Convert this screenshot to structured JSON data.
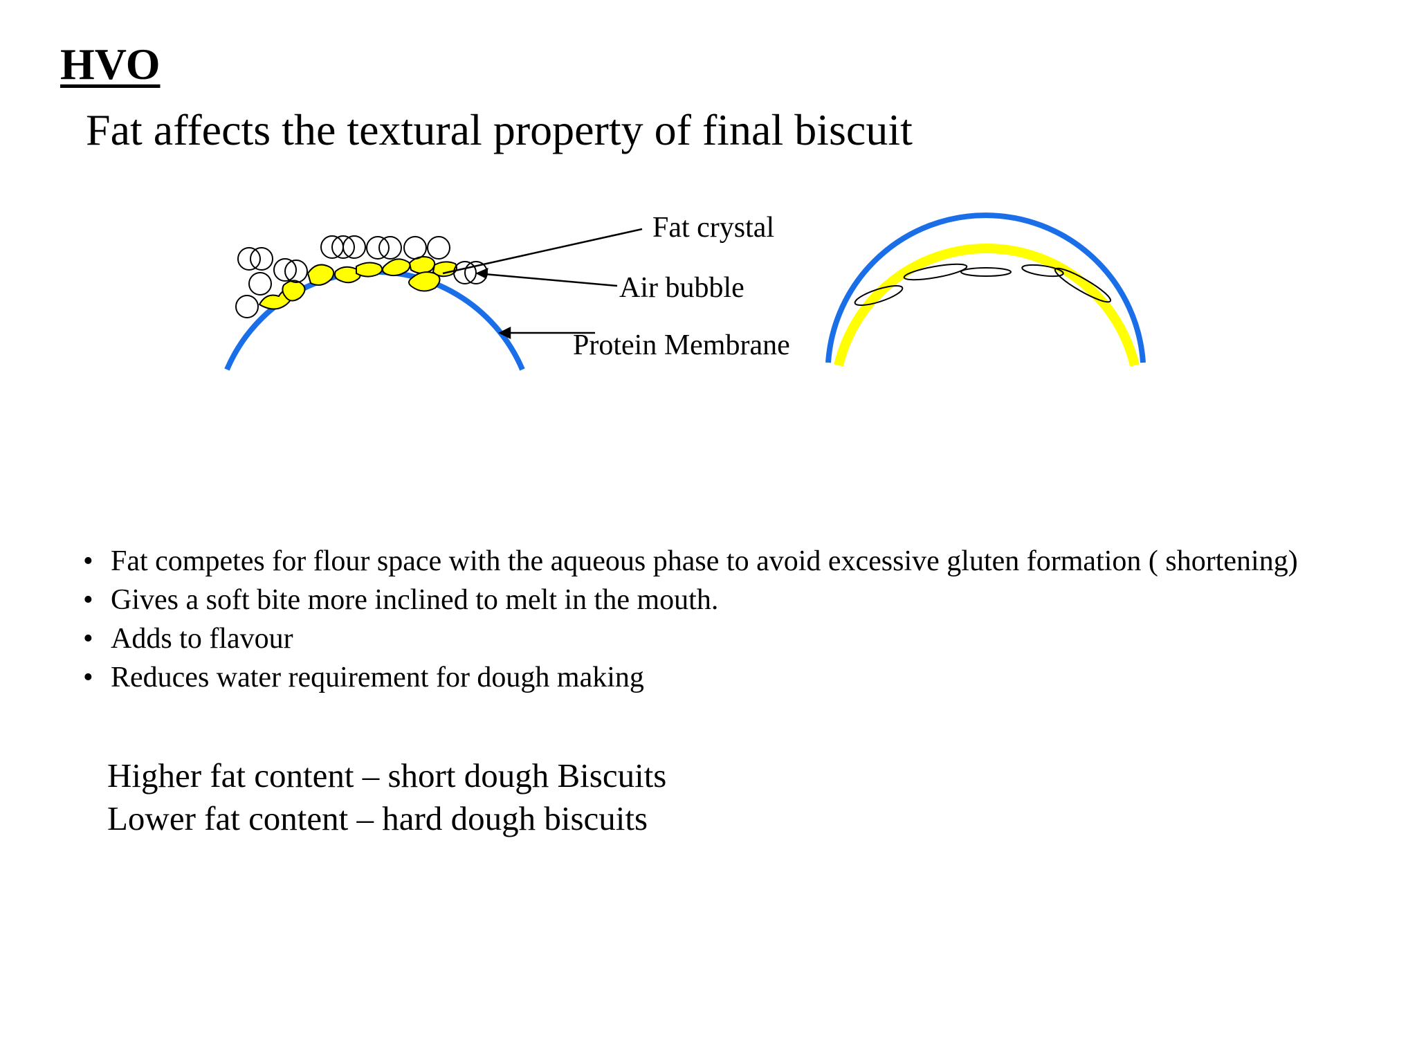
{
  "heading": "HVO",
  "subtitle": "Fat affects the textural property of final biscuit",
  "diagram": {
    "labels": {
      "fat_crystal": "Fat crystal",
      "air_bubble": "Air bubble",
      "protein_membrane": "Protein Membrane"
    },
    "colors": {
      "membrane": "#1a6fe8",
      "fat": "#ffff00",
      "outline": "#000000"
    }
  },
  "bullets": [
    "Fat competes for flour space with the aqueous phase to avoid excessive gluten formation ( shortening)",
    "Gives a soft bite more inclined to melt in the mouth.",
    "Adds to flavour",
    "Reduces water requirement for dough making"
  ],
  "bullet_symbol": "•",
  "summary": [
    "Higher fat content – short dough Biscuits",
    "Lower fat content – hard dough biscuits"
  ]
}
